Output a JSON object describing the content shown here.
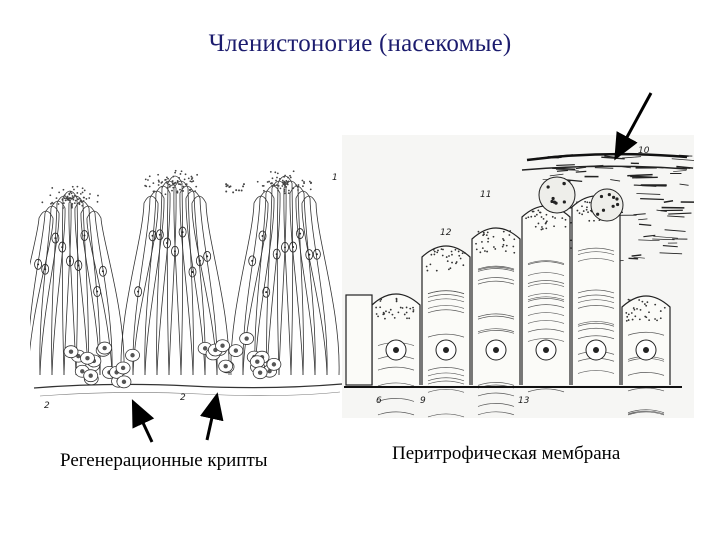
{
  "slide": {
    "title": "Членистоногие (насекомые)",
    "caption_left": "Регенерационные крипты",
    "caption_right": "Перитрофическая мембрана"
  },
  "figures": {
    "left": {
      "labels": [
        "1",
        "2",
        "2"
      ]
    },
    "right": {
      "labels": [
        "10",
        "11",
        "12",
        "6",
        "9",
        "13"
      ]
    }
  },
  "colors": {
    "title": "#1c1c6e",
    "ink": "#1a1a1a",
    "background": "#ffffff"
  }
}
